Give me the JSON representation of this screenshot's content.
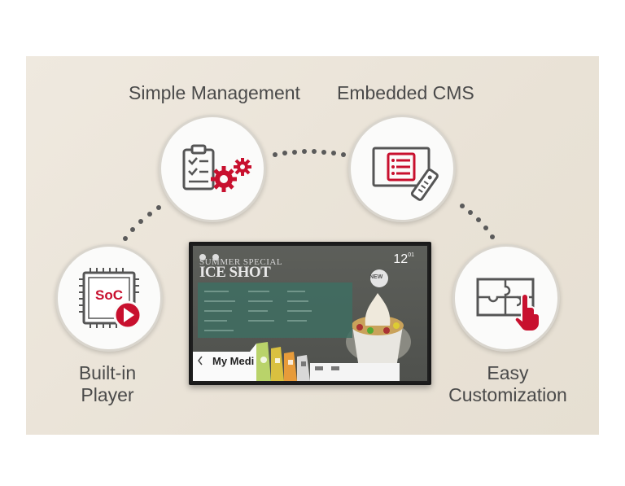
{
  "features": {
    "simple_management": "Simple Management",
    "embedded_cms": "Embedded CMS",
    "built_in_player_line1": "Built-in",
    "built_in_player_line2": "Player",
    "easy_customization_line1": "Easy",
    "easy_customization_line2": "Customization"
  },
  "soc_chip": {
    "label": "SoC"
  },
  "tv_screen": {
    "promo_subtitle": "SUMMER SPECIAL",
    "promo_title": "ICE SHOT",
    "clock_time": "12",
    "clock_minutes": "01",
    "new_badge": "NEW",
    "launcher_title": "My Medi"
  },
  "colors": {
    "accent_red": "#c8102e",
    "icon_gray": "#555555",
    "label_text": "#4a4a4a"
  }
}
